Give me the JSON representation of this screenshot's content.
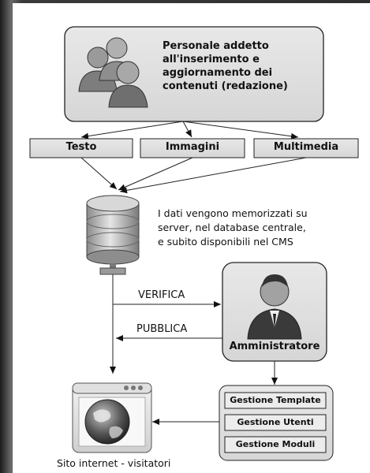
{
  "staff": {
    "lines": [
      "Personale addetto",
      "all'inserimento e",
      "aggiornamento dei",
      "contenuti (redazione)"
    ]
  },
  "content_types": [
    "Testo",
    "Immagini",
    "Multimedia"
  ],
  "database_note": {
    "lines": [
      "I dati vengono memorizzati su",
      "server, nel database centrale,",
      "e subito disponibili nel CMS"
    ]
  },
  "arrows": {
    "verify": "VERIFICA",
    "publish": "PUBBLICA"
  },
  "admin": {
    "label": "Amministratore"
  },
  "management": [
    "Gestione Template",
    "Gestione Utenti",
    "Gestione Moduli"
  ],
  "site": {
    "label": "Sito internet - visitatori"
  }
}
